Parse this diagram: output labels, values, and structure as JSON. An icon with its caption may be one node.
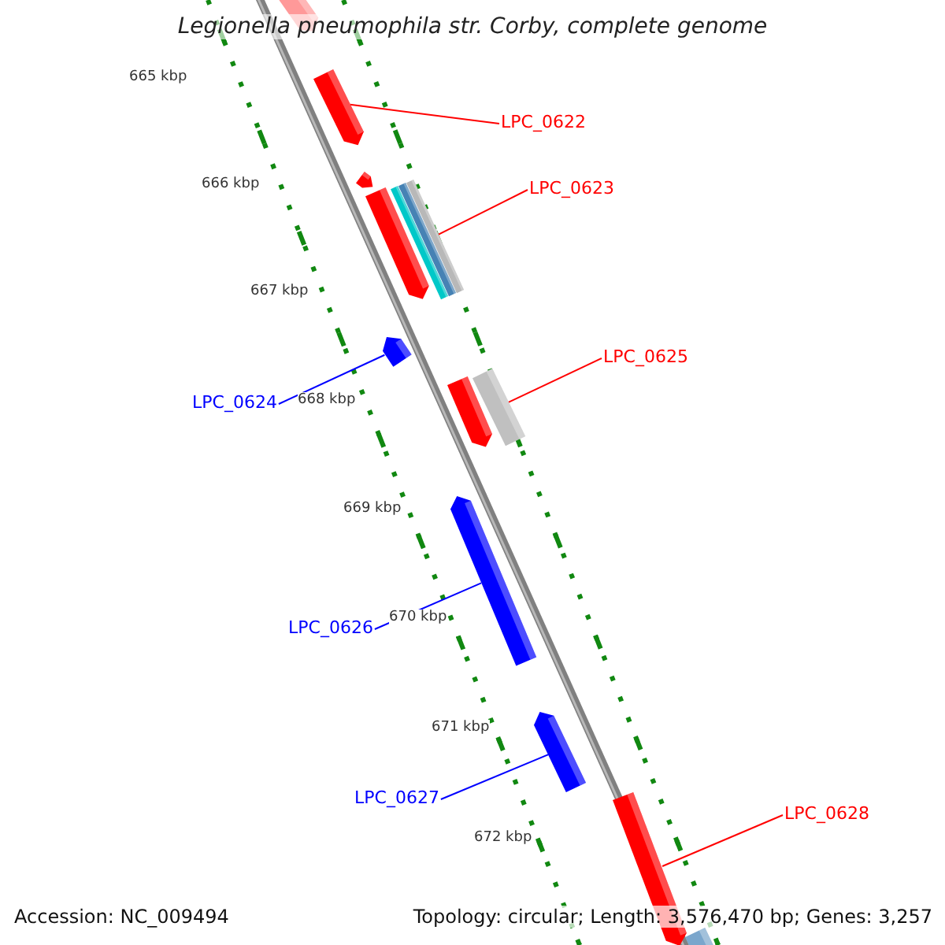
{
  "diagram": {
    "title": "Legionella pneumophila str. Corby, complete genome",
    "nodes": [
      {
        "text": [
          "LPC_0622"
        ]
      },
      {
        "text": [],
        "shape": "bar"
      },
      {
        "text": [
          "LPC_0623"
        ]
      },
      {
        "text": [],
        "shape": "bar"
      },
      {
        "text": [
          "LPC_0624"
        ]
      },
      {
        "text": [],
        "shape": "bar"
      },
      {
        "text": [
          "LPC_0625"
        ]
      },
      {
        "text": [],
        "shape": "bar"
      },
      {
        "text": [
          "LPC_0626"
        ]
      },
      {
        "text": [],
        "shape": "bar"
      },
      {
        "text": [
          "LPC_0627"
        ]
      },
      {
        "text": [],
        "shape": "bar"
      },
      {
        "text": [
          "LPC_0628"
        ]
      },
      {
        "text": [],
        "shape": "bar"
      },
      {
        "text": [],
        "shape": "bar"
      },
      {
        "text": [],
        "shape": "bar"
      },
      {
        "text": [],
        "shape": "bar"
      },
      {
        "text": [],
        "shape": "bar"
      },
      {
        "text": [],
        "shape": "bar"
      },
      {
        "text": [],
        "shape": "bar"
      },
      {
        "text": [],
        "shape": "bar"
      }
    ],
    "edges": [
      {
        "from": 0,
        "to": 1,
        "arrow": "none"
      },
      {
        "from": 2,
        "to": 3,
        "arrow": "none"
      },
      {
        "from": 4,
        "to": 5,
        "arrow": "none",
        "color": "#0000ff"
      },
      {
        "from": 6,
        "to": 7,
        "arrow": "none"
      },
      {
        "from": 8,
        "to": 9,
        "arrow": "none",
        "color": "#0000ff"
      },
      {
        "from": 10,
        "to": 11,
        "arrow": "none",
        "color": "#0000ff"
      },
      {
        "from": 12,
        "to": 13,
        "arrow": "none"
      }
    ],
    "labels": [
      "665 kbp",
      "666 kbp",
      "667 kbp",
      "668 kbp",
      "669 kbp",
      "670 kbp",
      "671 kbp",
      "672 kbp",
      "Accession: NC_009494",
      "Topology: circular; Length: 3,576,470 bp; Genes: 3,257"
    ]
  }
}
